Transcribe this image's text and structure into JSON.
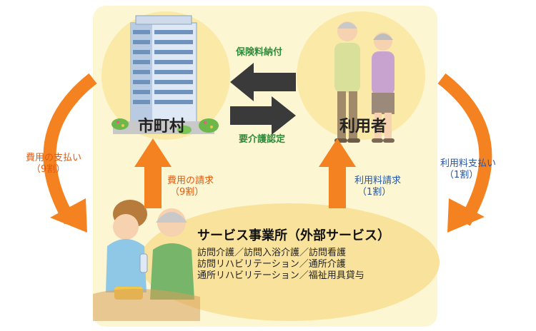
{
  "nodes": {
    "municipality": "市町村",
    "user": "利用者",
    "service": {
      "title": "サービス事業所（外部サービス）",
      "lines": [
        "訪問介護／訪問入浴介護／訪問看護",
        "訪問リハビリテーション／通所介護",
        "通所リハビリテーション／福祉用具貸与"
      ]
    }
  },
  "flows": {
    "insurance_payment": "保険料納付",
    "care_certification": "要介護認定",
    "cost_payment": [
      "費用の支払い",
      "（9割）"
    ],
    "cost_claim": [
      "費用の請求",
      "（9割）"
    ],
    "usage_claim": [
      "利用料請求",
      "（1割）"
    ],
    "usage_payment": [
      "利用料支払い",
      "（1割）"
    ]
  },
  "colors": {
    "orange_arrow": "#f58220",
    "dark_arrow": "#3a3a3a",
    "panel": "#fdf6d3",
    "circle": "#fbe9a8",
    "green_text": "#2e8b3a",
    "orange_text": "#e05a10",
    "blue_text": "#2456a6"
  },
  "icons": [
    "office-building-icon",
    "elderly-couple-icon",
    "caregiver-icon"
  ]
}
